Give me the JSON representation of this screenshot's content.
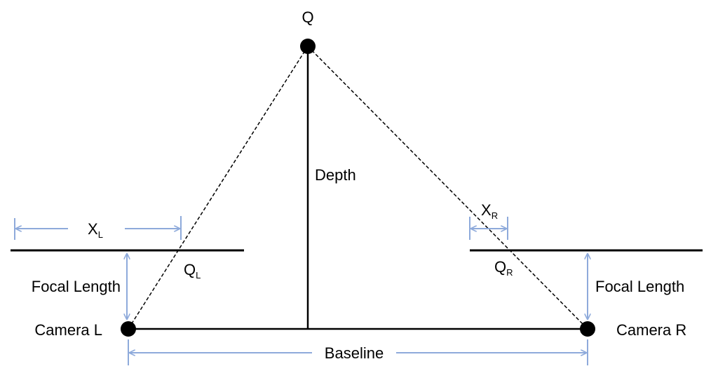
{
  "labels": {
    "point": "Q",
    "depth": "Depth",
    "xl_main": "X",
    "xl_sub": "L",
    "xr_main": "X",
    "xr_sub": "R",
    "ql_main": "Q",
    "ql_sub": "L",
    "qr_main": "Q",
    "qr_sub": "R",
    "focal_left": "Focal Length",
    "focal_right": "Focal Length",
    "camera_left": "Camera L",
    "camera_right": "Camera R",
    "baseline": "Baseline"
  },
  "colors": {
    "line": "#000000",
    "dimension": "#8eaadb",
    "background": "#ffffff"
  }
}
